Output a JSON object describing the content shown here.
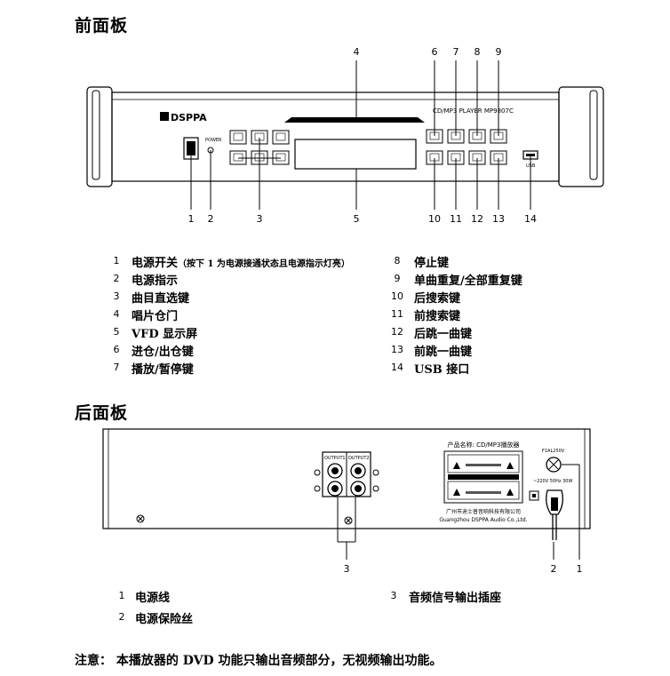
{
  "front": {
    "title": "前面板",
    "model_text": "CD/MP3 PLAYER   MP9807C",
    "brand_logo": "DSPPA",
    "power_label": "POWER",
    "usb_label": "USB",
    "callouts_top": [
      "4",
      "6",
      "7",
      "8",
      "9"
    ],
    "callouts_bottom": [
      "1",
      "2",
      "3",
      "5",
      "10",
      "11",
      "12",
      "13",
      "14"
    ],
    "legend_left": [
      {
        "num": "1",
        "text": "电源开关",
        "note": "（按下 1 为电源接通状态且电源指示灯亮）"
      },
      {
        "num": "2",
        "text": "电源指示"
      },
      {
        "num": "3",
        "text": "曲目直选键"
      },
      {
        "num": "4",
        "text": "唱片仓门"
      },
      {
        "num": "5",
        "text": "VFD 显示屏"
      },
      {
        "num": "6",
        "text": "进仓/出仓键"
      },
      {
        "num": "7",
        "text": "播放/暂停键"
      }
    ],
    "legend_right": [
      {
        "num": "8",
        "text": "停止键"
      },
      {
        "num": "9",
        "text": "单曲重复/全部重复键"
      },
      {
        "num": "10",
        "text": "后搜索键"
      },
      {
        "num": "11",
        "text": "前搜索键"
      },
      {
        "num": "12",
        "text": "后跳一曲键"
      },
      {
        "num": "13",
        "text": "前跳一曲键"
      },
      {
        "num": "14",
        "text": "USB 接口"
      }
    ]
  },
  "rear": {
    "title": "后面板",
    "output1": "OUTPUT1",
    "output2": "OUTPUT2",
    "product_name": "产品名称: CD/MP3播放器",
    "fuse_label": "F1AL250V",
    "power_spec": "~220V 50Hz 30W",
    "maker_cn": "广州市迪士普音响科技有限公司",
    "maker_en": "Guangzhou DSPPA Audio Co.,Ltd.",
    "callouts": [
      "3",
      "2",
      "1"
    ],
    "legend": [
      {
        "num": "1",
        "text": "电源线"
      },
      {
        "num": "2",
        "text": "电源保险丝"
      },
      {
        "num": "3",
        "text": "音频信号输出插座"
      }
    ]
  },
  "note": "注意：  本播放器的 DVD 功能只输出音频部分，无视频输出功能。"
}
